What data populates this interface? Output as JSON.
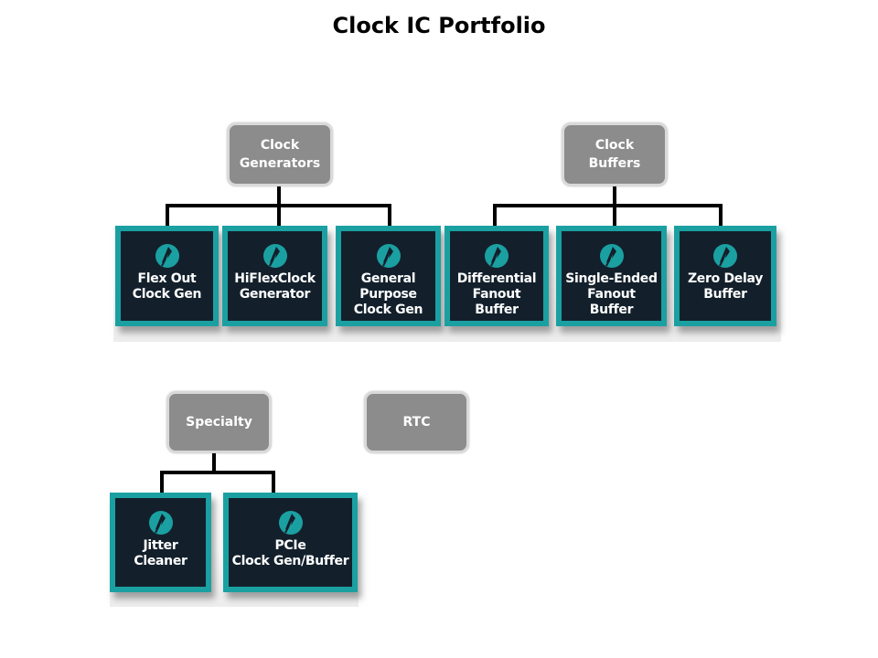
{
  "title": "Clock IC Portfolio",
  "colors": {
    "category_fill": "#8c8c8c",
    "category_border": "#d9d9d9",
    "product_fill": "#13202c",
    "product_border": "#1ba0a2",
    "connector": "#000000"
  },
  "logo_icon": "brand-logo-icon",
  "groups": [
    {
      "category": "Clock\nGenerators",
      "products": [
        "Flex Out\nClock Gen",
        "HiFlexClock\nGenerator",
        "General\nPurpose\nClock Gen"
      ]
    },
    {
      "category": "Clock\nBuffers",
      "products": [
        "Differential\nFanout\nBuffer",
        "Single-Ended\nFanout\nBuffer",
        "Zero Delay\nBuffer"
      ]
    },
    {
      "category": "Specialty",
      "products": [
        "Jitter\nCleaner",
        "PCIe\nClock Gen/Buffer"
      ]
    },
    {
      "category": "RTC",
      "products": []
    }
  ]
}
